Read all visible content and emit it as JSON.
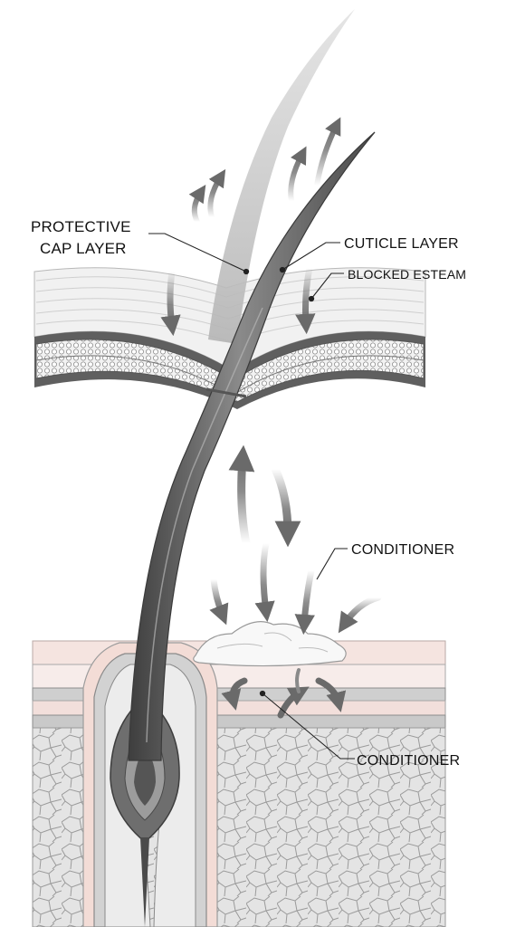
{
  "labels": {
    "protective_cap_line1": "PROTECTIVE",
    "protective_cap_line2": "CAP LAYER",
    "cuticle_layer": "CUTICLE LAYER",
    "blocked_esteam": "BLOCKED ESTEAM",
    "conditioner_upper": "CONDITIONER",
    "conditioner_lower": "CONDITIONER"
  },
  "colors": {
    "hair_dark": "#5a5a5a",
    "hair_light": "#bdbdbd",
    "cap_layer": "#ececec",
    "skin_pink": "#f4e3df",
    "tissue_gray": "#dedede",
    "arrow": "#707070"
  }
}
